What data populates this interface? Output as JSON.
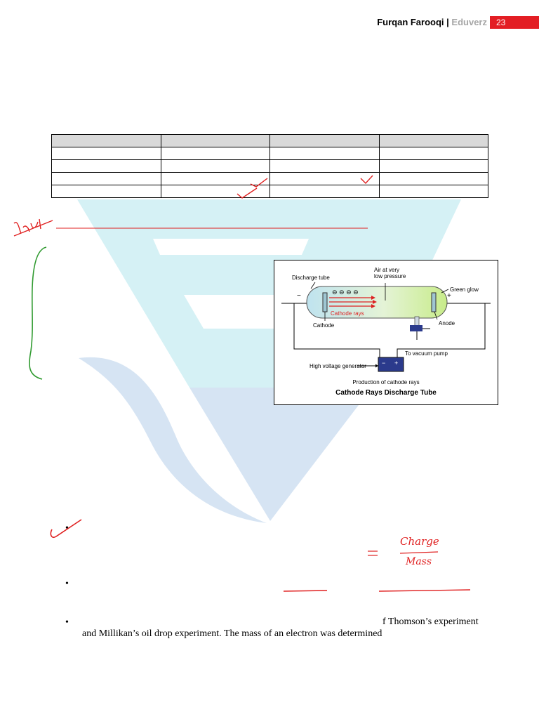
{
  "header": {
    "author": "Furqan Farooqi",
    "separator": " | ",
    "brand": "Eduverz",
    "page_number": "23"
  },
  "figure": {
    "labels": {
      "discharge_tube": "Discharge tube",
      "air": "Air at very",
      "air2": "low pressure",
      "green_glow": "Green glow",
      "cathode_rays": "Cathode rays",
      "cathode": "Cathode",
      "anode": "Anode",
      "vacuum_pump": "To vacuum pump",
      "hv_generator": "High voltage generator",
      "minus": "−",
      "plus": "+",
      "electrons": "⊖ ⊖ ⊖ ⊖"
    },
    "caption_small": "Production of cathode rays",
    "caption": "Cathode Rays Discharge Tube"
  },
  "bullets": {
    "b1": "•",
    "b2": "•",
    "b3": "•"
  },
  "paragraph": {
    "line1": "f Thomson’s experiment",
    "line2": "and Millikan’s oil drop experiment. The mass of an electron was determined"
  },
  "table": {
    "rows": 5,
    "cols": 4
  },
  "handwriting": {
    "imp": "Imp",
    "charge": "Charge",
    "mass": "Mass",
    "equals": "="
  },
  "colors": {
    "accent_red": "#e31e24",
    "watermark_cyan": "#d5f1f5",
    "watermark_blue": "#d6e4f3",
    "ink_red": "#e02020",
    "ink_green": "#2f9a2f"
  }
}
